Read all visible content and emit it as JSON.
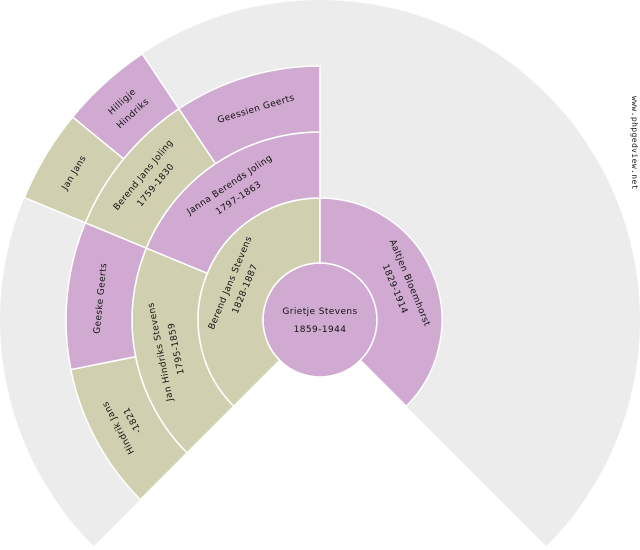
{
  "watermark": "www.phpgedview.net",
  "colors": {
    "female": "#d0aad0",
    "male": "#d0d0b0",
    "empty": "#ececec",
    "separator": "#ffffff"
  },
  "people": [
    {
      "ahnentafel": 1,
      "sex": "F",
      "lines": [
        "Grietje Stevens",
        "1859-1944"
      ]
    },
    {
      "ahnentafel": 2,
      "sex": "M",
      "lines": [
        "Berend Jans Stevens",
        "1828-1887"
      ]
    },
    {
      "ahnentafel": 3,
      "sex": "F",
      "lines": [
        "Aaltjen Bloemhorst",
        "1829-1914"
      ]
    },
    {
      "ahnentafel": 4,
      "sex": "M",
      "lines": [
        "Jan Hindriks Stevens",
        "1795-1859"
      ]
    },
    {
      "ahnentafel": 5,
      "sex": "F",
      "lines": [
        "Janna Berends Joling",
        "1797-1863"
      ]
    },
    {
      "ahnentafel": 8,
      "sex": "M",
      "lines": [
        "Hindrik Jans",
        "-1821"
      ]
    },
    {
      "ahnentafel": 9,
      "sex": "F",
      "lines": [
        "Geeske Geerts"
      ]
    },
    {
      "ahnentafel": 10,
      "sex": "M",
      "lines": [
        "Berend Jans Joling",
        "1759-1830"
      ]
    },
    {
      "ahnentafel": 11,
      "sex": "F",
      "lines": [
        "Geessien Geerts"
      ]
    },
    {
      "ahnentafel": 20,
      "sex": "M",
      "lines": [
        "Jan Jans"
      ]
    },
    {
      "ahnentafel": 21,
      "sex": "F",
      "lines": [
        "Hilligje",
        "Hindriks"
      ]
    }
  ]
}
